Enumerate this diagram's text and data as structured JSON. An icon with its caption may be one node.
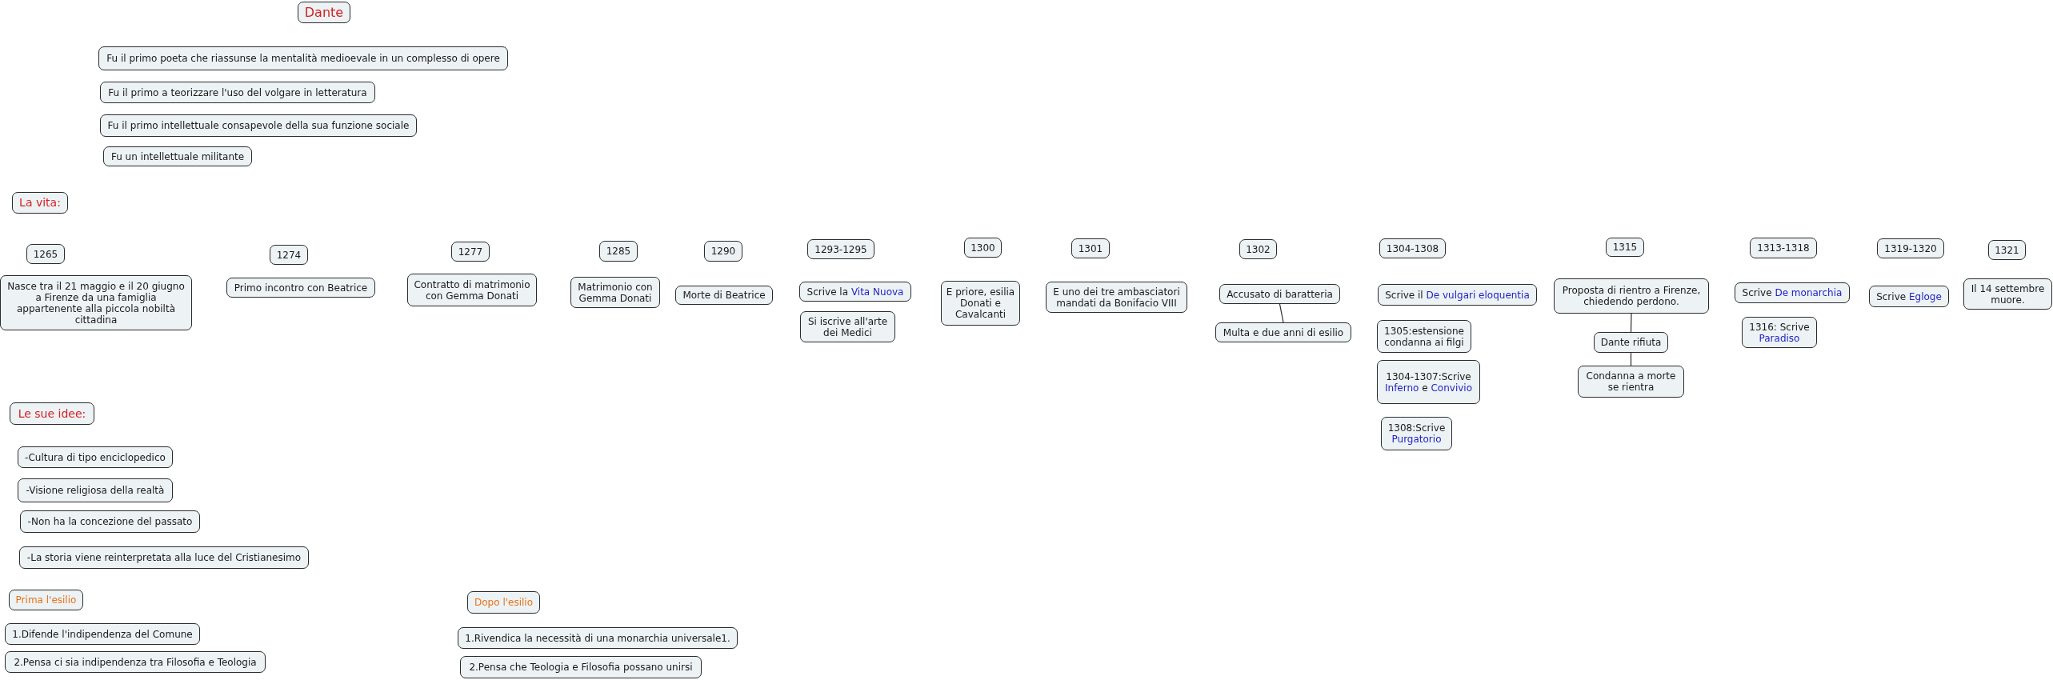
{
  "diagram": {
    "nodes": [
      {
        "text": [
          "Dante"
        ]
      },
      {
        "text": [
          "Fu il primo poeta che riassunse la mentalità medioevale in un complesso di opere"
        ]
      },
      {
        "text": [
          "Fu il primo a teorizzare l'uso del volgare in letteratura"
        ]
      },
      {
        "text": [
          "Fu il primo intellettuale consapevole della sua funzione sociale"
        ]
      },
      {
        "text": [
          "Fu un intellettuale militante"
        ]
      },
      {
        "text": [
          "La vita:"
        ]
      },
      {
        "text": [
          "1265"
        ]
      },
      {
        "text": [
          "Nasce tra il 21 maggio e il 20 giugno a Firenze da una famiglia appartenente alla piccola nobiltà cittadina"
        ]
      },
      {
        "text": [
          "1274"
        ]
      },
      {
        "text": [
          "Primo incontro con Beatrice"
        ]
      },
      {
        "text": [
          "1277"
        ]
      },
      {
        "text": [
          "Contratto di matrimonio con Gemma Donati"
        ]
      },
      {
        "text": [
          "1285"
        ]
      },
      {
        "text": [
          "Matrimonio con Gemma Donati"
        ]
      },
      {
        "text": [
          "1290"
        ]
      },
      {
        "text": [
          "Morte di Beatrice"
        ]
      },
      {
        "text": [
          "1293-1295"
        ]
      },
      {
        "text": [
          "Scrive la Vita Nuova"
        ]
      },
      {
        "text": [
          "Si iscrive all'arte dei Medici"
        ]
      },
      {
        "text": [
          "1300"
        ]
      },
      {
        "text": [
          "E priore, esilia Donati e Cavalcanti"
        ]
      },
      {
        "text": [
          "1301"
        ]
      },
      {
        "text": [
          "E uno dei tre ambasciatori mandati da Bonifacio VIII"
        ]
      },
      {
        "text": [
          "1302"
        ]
      },
      {
        "text": [
          "Accusato di baratteria"
        ]
      },
      {
        "text": [
          "Multa e due anni di esilio"
        ]
      },
      {
        "text": [
          "1304-1308"
        ]
      },
      {
        "text": [
          "Scrive il De vulgari eloquentia"
        ]
      },
      {
        "text": [
          "1305:estensione condanna ai filgi"
        ]
      },
      {
        "text": [
          "1304-1307:Scrive Inferno e Convivio"
        ]
      },
      {
        "text": [
          "1308:Scrive Purgatorio"
        ]
      },
      {
        "text": [
          "1315"
        ]
      },
      {
        "text": [
          "Proposta di rientro a Firenze, chiedendo perdono."
        ]
      },
      {
        "text": [
          "Dante rifiuta"
        ]
      },
      {
        "text": [
          "Condanna a morte se rientra"
        ]
      },
      {
        "text": [
          "1313-1318"
        ]
      },
      {
        "text": [
          "Scrive De monarchia"
        ]
      },
      {
        "text": [
          "1316: Scrive Paradiso"
        ]
      },
      {
        "text": [
          "1319-1320"
        ]
      },
      {
        "text": [
          "Scrive Egloge"
        ]
      },
      {
        "text": [
          "1321"
        ]
      },
      {
        "text": [
          "Il 14 settembre muore."
        ]
      },
      {
        "text": [
          "Le sue idee:"
        ]
      },
      {
        "text": [
          "-Cultura di tipo enciclopedico"
        ]
      },
      {
        "text": [
          "-Visione religiosa della realtà"
        ]
      },
      {
        "text": [
          "-Non ha la concezione del passato"
        ]
      },
      {
        "text": [
          "-La storia viene reinterpretata alla luce del Cristianesimo"
        ]
      },
      {
        "text": [
          "Prima l'esilio"
        ]
      },
      {
        "text": [
          "1.Difende l'indipendenza del Comune"
        ]
      },
      {
        "text": [
          "2.Pensa ci sia indipendenza tra Filosofia e Teologia"
        ]
      },
      {
        "text": [
          "Dopo l'esilio"
        ]
      },
      {
        "text": [
          "1.Rivendica la necessità di una monarchia universale1."
        ]
      },
      {
        "text": [
          "2.Pensa che Teologia e Filosofia possano unirsi"
        ]
      }
    ],
    "edges": [
      {
        "from": 24,
        "to": 25,
        "arrow": "none"
      },
      {
        "from": 32,
        "to": 33,
        "arrow": "none"
      },
      {
        "from": 33,
        "to": 34,
        "arrow": "none"
      }
    ]
  }
}
